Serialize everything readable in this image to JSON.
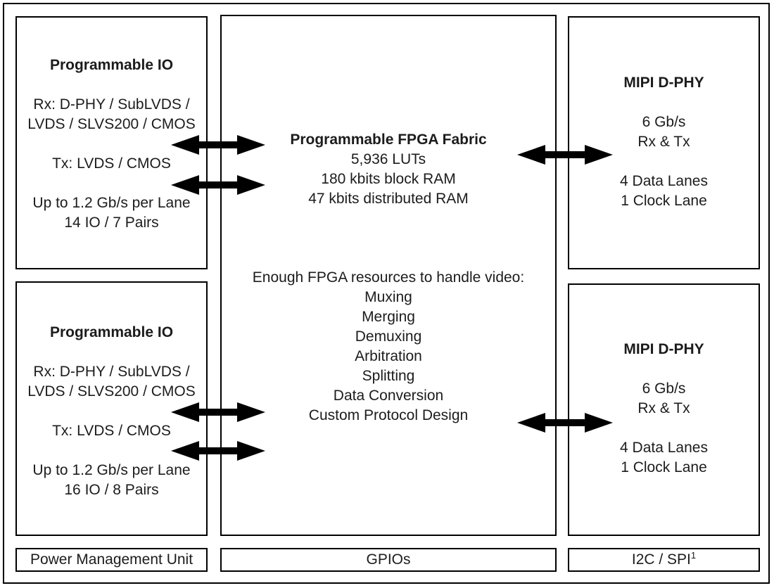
{
  "left_column": {
    "io_box_top": {
      "title": "Programmable IO",
      "rx_line_1": "Rx: D-PHY / SubLVDS /",
      "rx_line_2": "LVDS / SLVS200 / CMOS",
      "tx_line": "Tx: LVDS / CMOS",
      "speed_line": "Up to 1.2 Gb/s per Lane",
      "pairs_line": "14 IO / 7 Pairs"
    },
    "io_box_bottom": {
      "title": "Programmable IO",
      "rx_line_1": "Rx: D-PHY / SubLVDS /",
      "rx_line_2": "LVDS / SLVS200 / CMOS",
      "tx_line": "Tx: LVDS / CMOS",
      "speed_line": "Up to 1.2 Gb/s per Lane",
      "pairs_line": "16 IO / 8 Pairs"
    },
    "footer": {
      "label": "Power Management Unit"
    }
  },
  "center_column": {
    "fabric_box": {
      "title": "Programmable FPGA Fabric",
      "luts_line": "5,936 LUTs",
      "block_ram_line": "180 kbits block RAM",
      "distributed_ram_line": "47 kbits distributed RAM",
      "resources_heading": "Enough FPGA resources to handle video:",
      "capabilities": [
        "Muxing",
        "Merging",
        "Demuxing",
        "Arbitration",
        "Splitting",
        "Data Conversion",
        "Custom Protocol Design"
      ]
    },
    "footer": {
      "label": "GPIOs"
    }
  },
  "right_column": {
    "dphy_box_top": {
      "title": "MIPI D-PHY",
      "speed_line": "6 Gb/s",
      "direction_line": "Rx & Tx",
      "data_lanes_line": "4 Data Lanes",
      "clock_lane_line": "1 Clock Lane"
    },
    "dphy_box_bottom": {
      "title": "MIPI D-PHY",
      "speed_line": "6 Gb/s",
      "direction_line": "Rx & Tx",
      "data_lanes_line": "4 Data Lanes",
      "clock_lane_line": "1 Clock Lane"
    },
    "footer": {
      "label": "I2C / SPI",
      "footnote_superscript": "1"
    }
  },
  "colors": {
    "border": "#000000",
    "text": "#1c1c1c",
    "background": "#ffffff",
    "arrow": "#000000"
  }
}
